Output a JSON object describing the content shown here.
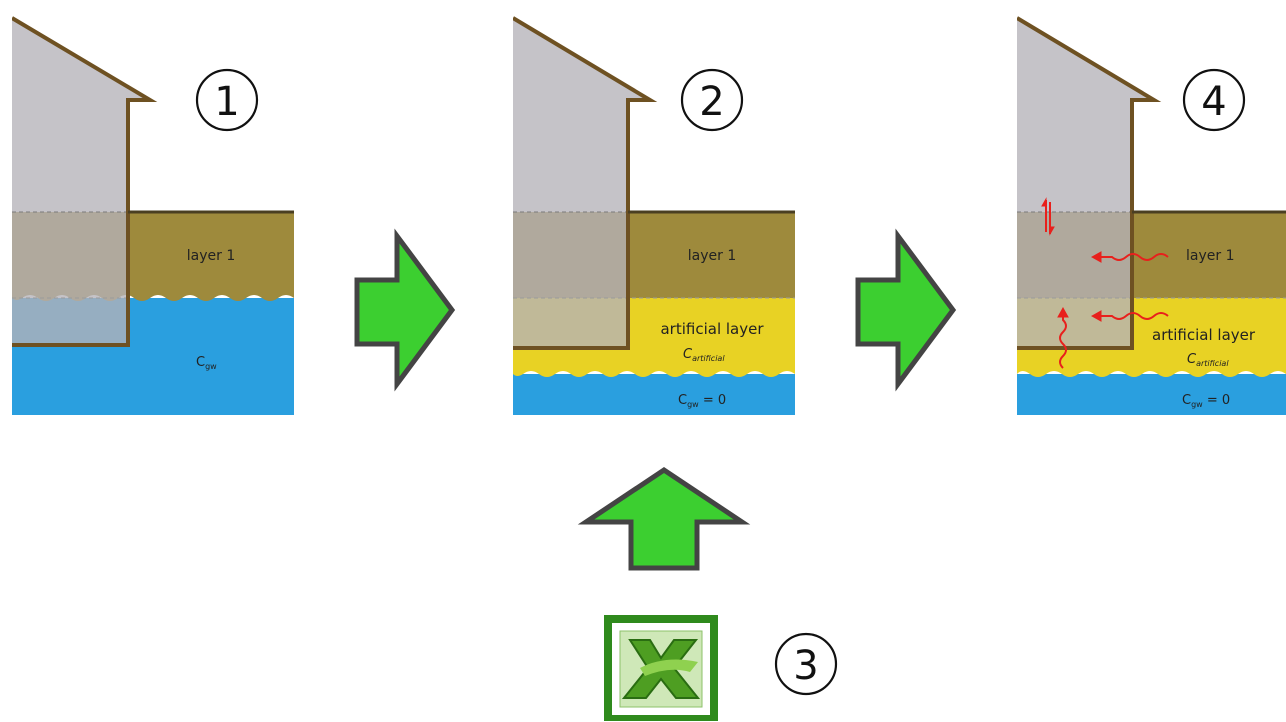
{
  "panel1": {
    "number": "1",
    "layer1": "layer 1",
    "cgw_base": "C",
    "cgw_sub": "gw"
  },
  "panel2": {
    "number": "2",
    "layer1": "layer 1",
    "artificial": "artificial layer",
    "cart_base": "C",
    "cart_sub": "artificial",
    "cgw_base": "C",
    "cgw_sub": "gw",
    "cgw_value": " = 0"
  },
  "panel3": {
    "number": "3",
    "icon": "excel-icon"
  },
  "panel4": {
    "number": "4",
    "layer1": "layer 1",
    "artificial": "artificial layer",
    "cart_base": "C",
    "cart_sub": "artificial",
    "cgw_base": "C",
    "cgw_sub": "gw",
    "cgw_value": " = 0"
  },
  "colors": {
    "house": "#b5b2b9",
    "soil": "#9e8a3c",
    "water": "#2a9fdf",
    "artificial": "#e8d224",
    "wall": "#6e5122",
    "arrow_fill": "#3ccf30",
    "arrow_stroke": "#444444",
    "flux": "#e8201c"
  }
}
